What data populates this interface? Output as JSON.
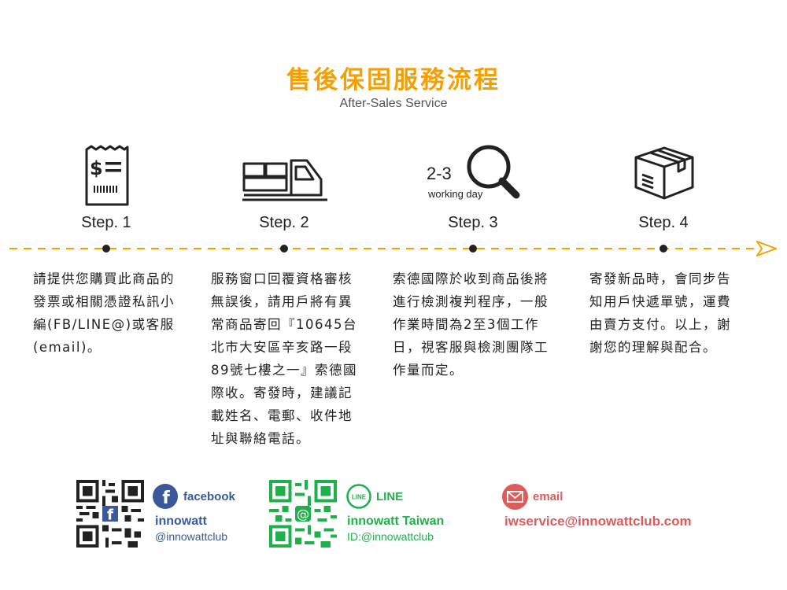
{
  "header": {
    "title": "售後保固服務流程",
    "subtitle": "After-Sales Service"
  },
  "colors": {
    "accent": "#f5a000",
    "facebook": "#3b5998",
    "line": "#20b04b",
    "email": "#e05a5a"
  },
  "steps": [
    {
      "label": "Step. 1",
      "icon": "receipt-icon",
      "description": "請提供您購買此商品的發票或相關憑證私訊小編(FB/LINE@)或客服(email)。"
    },
    {
      "label": "Step. 2",
      "icon": "truck-icon",
      "description": "服務窗口回覆資格審核無誤後，請用戶將有異常商品寄回『10645台北市大安區辛亥路一段89號七樓之一』索德國際收。寄發時，建議記載姓名、電郵、收件地址與聯絡電話。"
    },
    {
      "label": "Step. 3",
      "icon": "magnifier-icon",
      "icon_text": "2-3",
      "icon_subtext": "working day",
      "description": "索德國際於收到商品後將進行檢測複判程序，一般作業時間為2至3個工作日，視客服與檢測團隊工作量而定。"
    },
    {
      "label": "Step. 4",
      "icon": "package-icon",
      "description": "寄發新品時，會同步告知用戶快遞單號，運費由賣方支付。以上，謝謝您的理解與配合。"
    }
  ],
  "contacts": {
    "facebook": {
      "platform": "facebook",
      "name": "innowatt",
      "handle": "@innowattclub"
    },
    "line": {
      "platform": "LINE",
      "name": "innowatt Taiwan",
      "handle": "ID:@innowattclub"
    },
    "email": {
      "platform": "email",
      "address": "iwservice@innowattclub.com"
    }
  }
}
